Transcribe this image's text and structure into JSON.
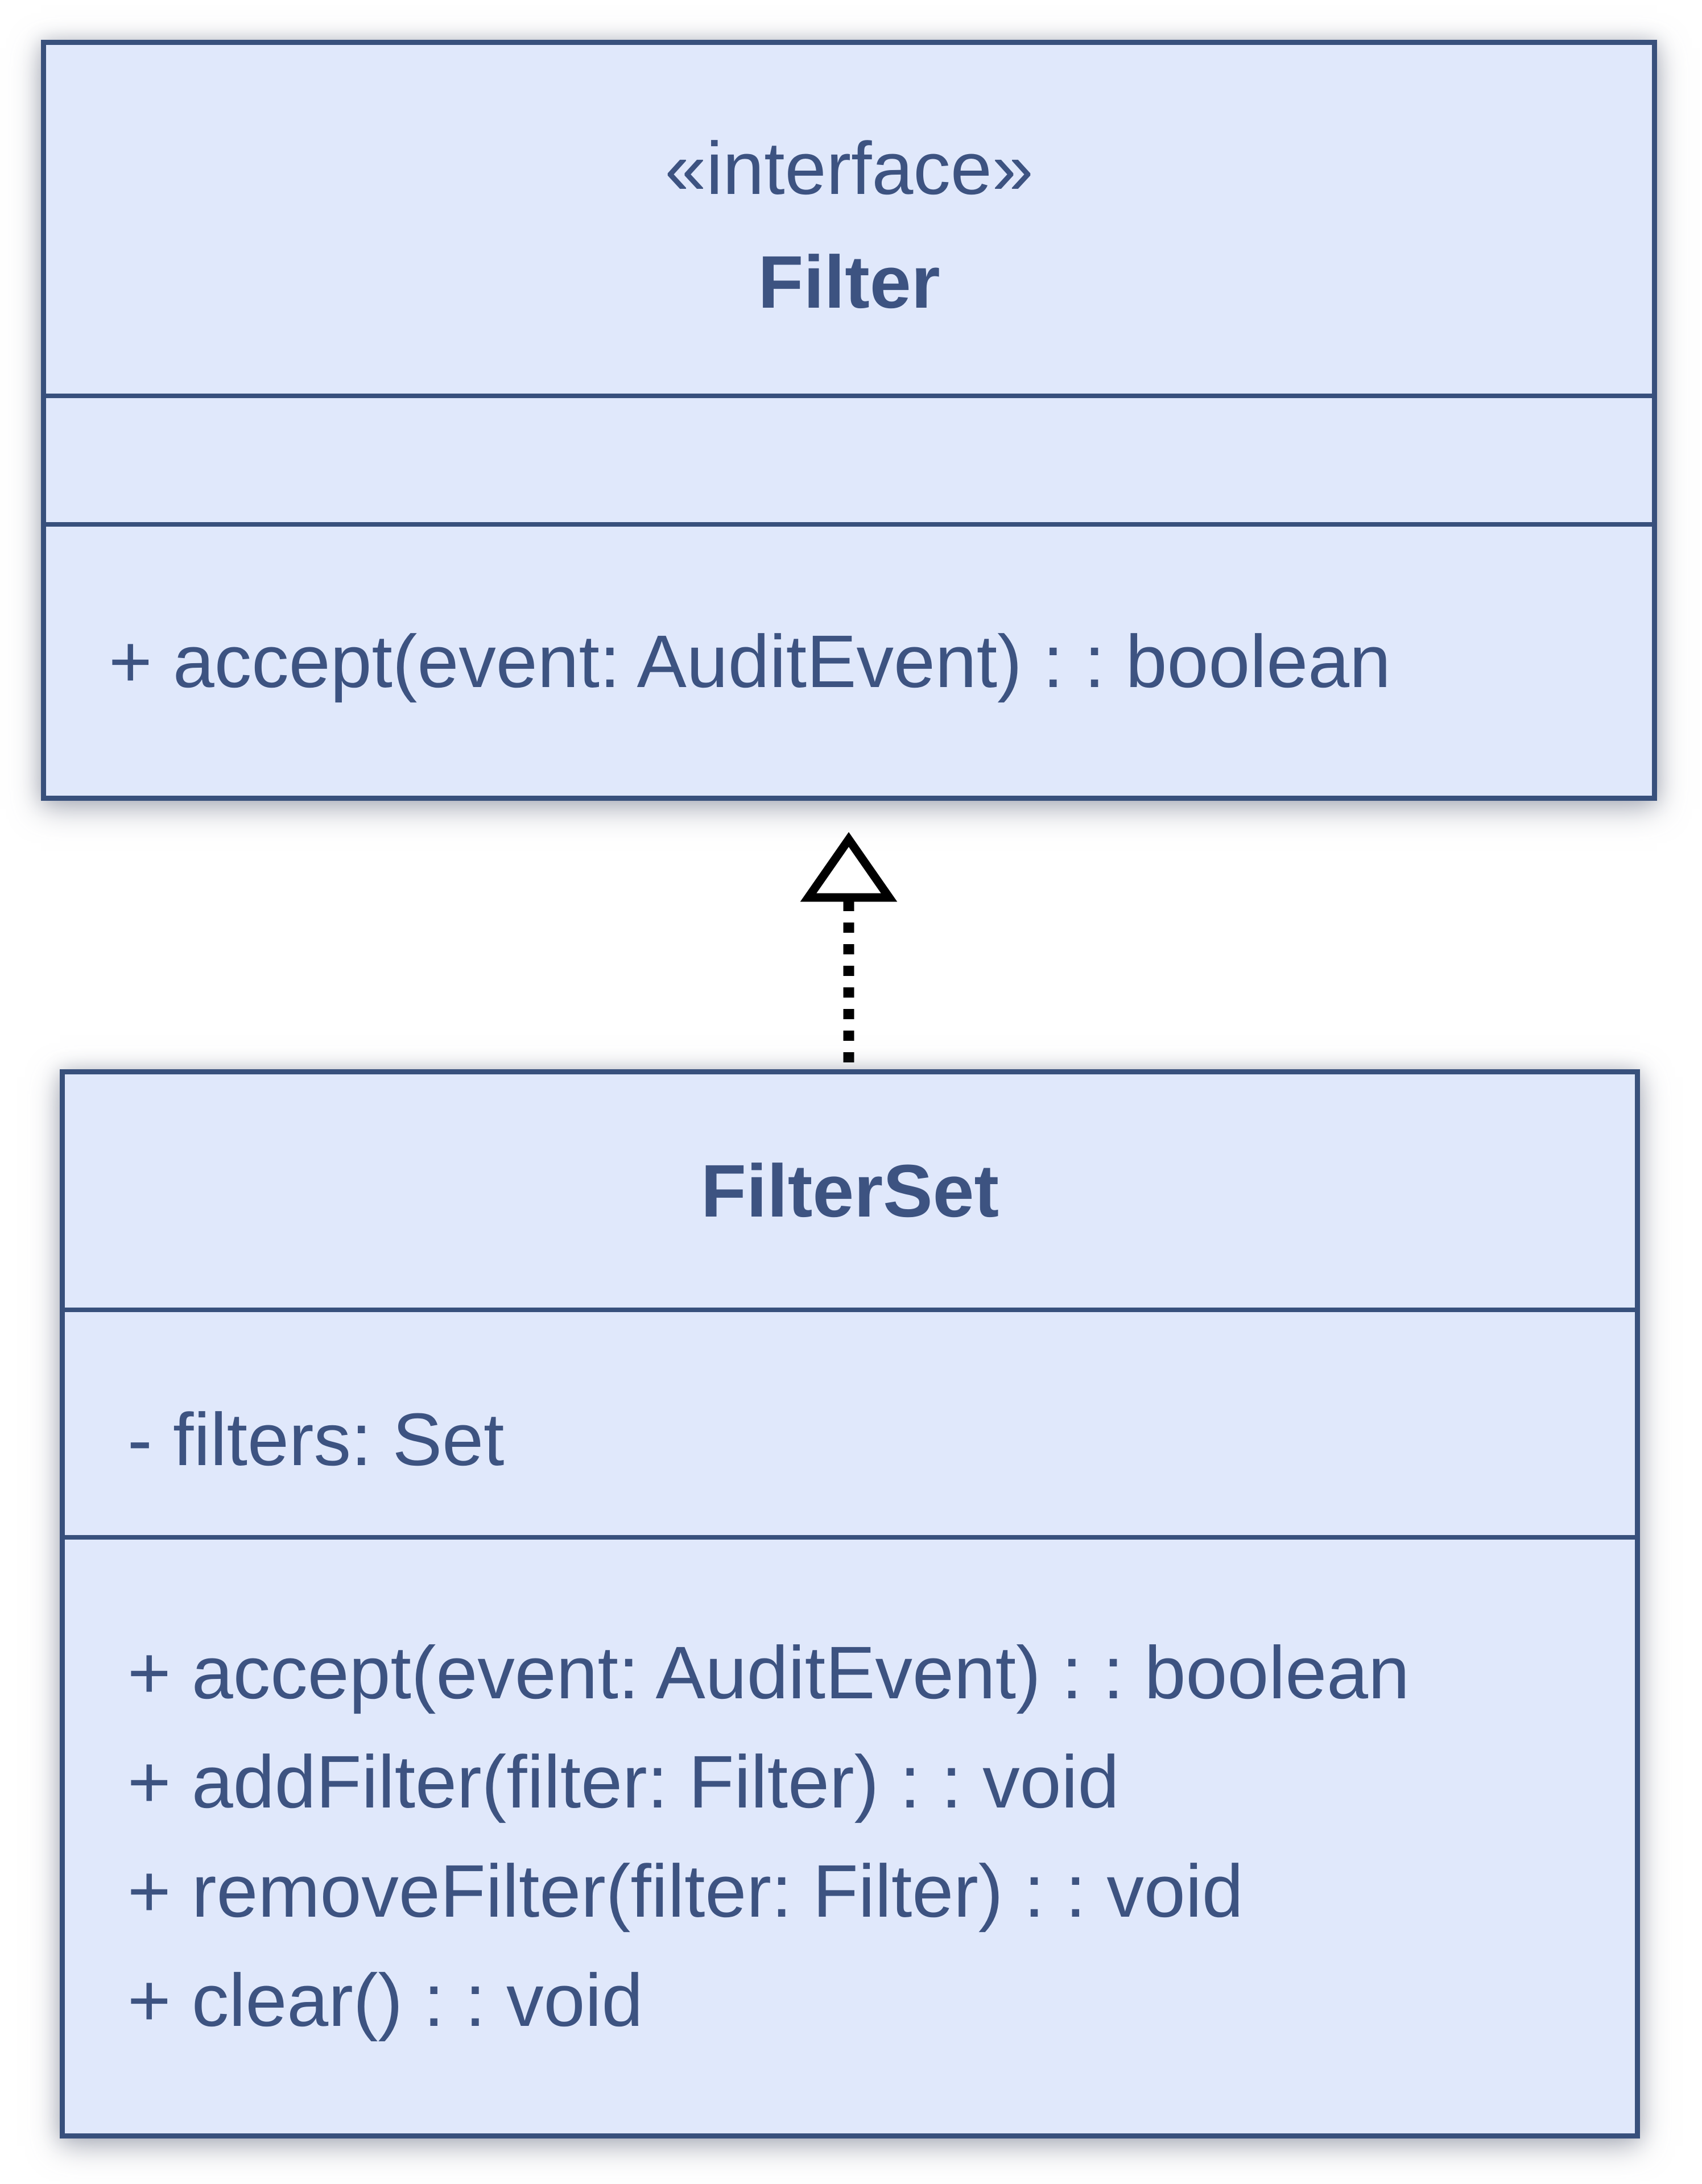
{
  "colors": {
    "page_background": "#ffffff",
    "box_fill": "#e0e8fb",
    "box_border": "#38507c",
    "box_text": "#3d5381",
    "arrow": "#000000"
  },
  "interface_box": {
    "stereotype": "«interface»",
    "name": "Filter",
    "attributes": [],
    "methods": [
      "+ accept(event: AuditEvent) : : boolean"
    ]
  },
  "class_box": {
    "name": "FilterSet",
    "attributes": [
      "- filters: Set"
    ],
    "methods": [
      "+ accept(event: AuditEvent) : : boolean",
      "+ addFilter(filter: Filter) : : void",
      "+ removeFilter(filter: Filter) : : void",
      "+ clear() : : void"
    ]
  },
  "relationship": {
    "type": "realization",
    "from": "FilterSet",
    "to": "Filter",
    "style": "dashed line with hollow triangle arrowhead"
  }
}
